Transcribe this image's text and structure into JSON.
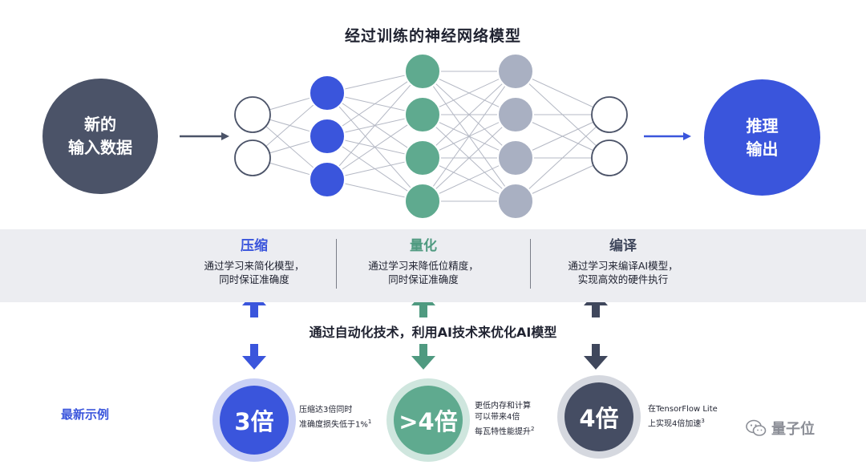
{
  "title": "经过训练的神经网络模型",
  "input": {
    "line1": "新的",
    "line2": "输入数据"
  },
  "output": {
    "line1": "推理",
    "line2": "输出"
  },
  "network": {
    "layer_counts": [
      2,
      3,
      4,
      4,
      2
    ],
    "layer_colors": [
      "#ffffff",
      "#3a55dc",
      "#5faa8f",
      "#a9b0c2",
      "#ffffff"
    ]
  },
  "stages": [
    {
      "title": "压缩",
      "desc_line1": "通过学习来简化模型，",
      "desc_line2": "同时保证准确度",
      "color": "#3a55dc"
    },
    {
      "title": "量化",
      "desc_line1": "通过学习来降低位精度，",
      "desc_line2": "同时保证准确度",
      "color": "#4f9a80"
    },
    {
      "title": "编译",
      "desc_line1": "通过学习来编译AI模型，",
      "desc_line2": "实现高效的硬件执行",
      "color": "#3f475c"
    }
  ],
  "center_caption": "通过自动化技术，利用AI技术来优化AI模型",
  "examples_label": "最新示例",
  "results": [
    {
      "value": "3倍",
      "desc_line1": "压缩达3倍同时",
      "desc_line2": "准确度损失低于1%",
      "desc_line3": "",
      "note": "1",
      "ring_color": "#c9d0f5",
      "core_color": "#3a55dc"
    },
    {
      "value": ">4倍",
      "desc_line1": "更低内存和计算",
      "desc_line2": "可以带来4倍",
      "desc_line3": "每瓦特性能提升",
      "note": "2",
      "ring_color": "#cfe6de",
      "core_color": "#5faa8f"
    },
    {
      "value": "4倍",
      "desc_line1": "在TensorFlow Lite",
      "desc_line2": "上实现4倍加速",
      "desc_line3": "",
      "note": "3",
      "ring_color": "#d5d8df",
      "core_color": "#454d63"
    }
  ],
  "watermark": "量子位"
}
